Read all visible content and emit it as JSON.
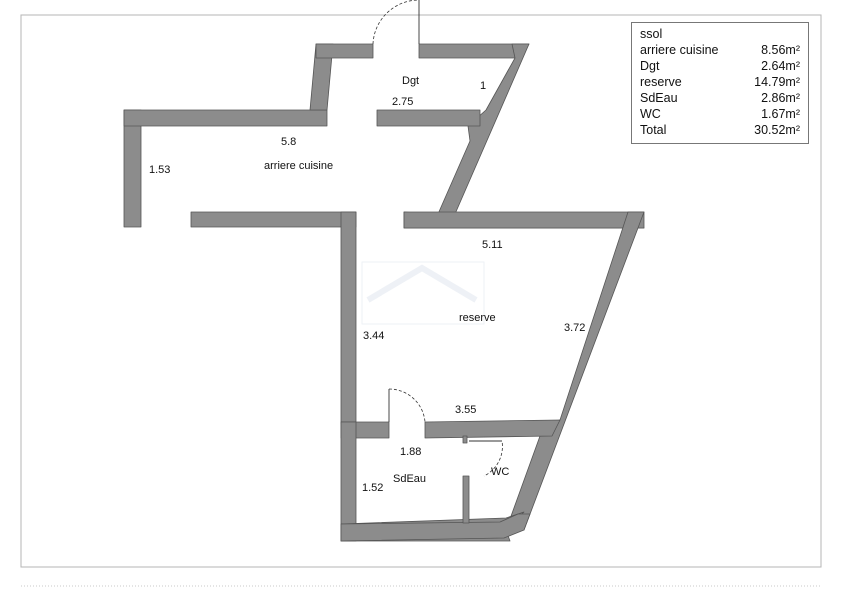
{
  "plan": {
    "rooms": {
      "dgt": "Dgt",
      "arriere_cuisine": "arriere cuisine",
      "reserve": "reserve",
      "sdeau": "SdEau",
      "wc": "WC"
    },
    "dimensions": {
      "dgt_width": "2.75",
      "dgt_side": "1",
      "arriere_width": "5.8",
      "arriere_height": "1.53",
      "reserve_top": "5.11",
      "reserve_left": "3.44",
      "reserve_right": "3.72",
      "reserve_bottom": "3.55",
      "sdeau_width": "1.88",
      "sdeau_height": "1.52"
    }
  },
  "legend": {
    "title": "ssol",
    "rows": [
      {
        "name": "arriere cuisine",
        "area": "8.56m²"
      },
      {
        "name": "Dgt",
        "area": "2.64m²"
      },
      {
        "name": "reserve",
        "area": "14.79m²"
      },
      {
        "name": "SdEau",
        "area": "2.86m²"
      },
      {
        "name": "WC",
        "area": "1.67m²"
      },
      {
        "name": "Total",
        "area": "30.52m²"
      }
    ]
  },
  "colors": {
    "wall_fill": "#8c8c8c",
    "wall_stroke": "#555555",
    "frame": "#b5b5b5"
  }
}
